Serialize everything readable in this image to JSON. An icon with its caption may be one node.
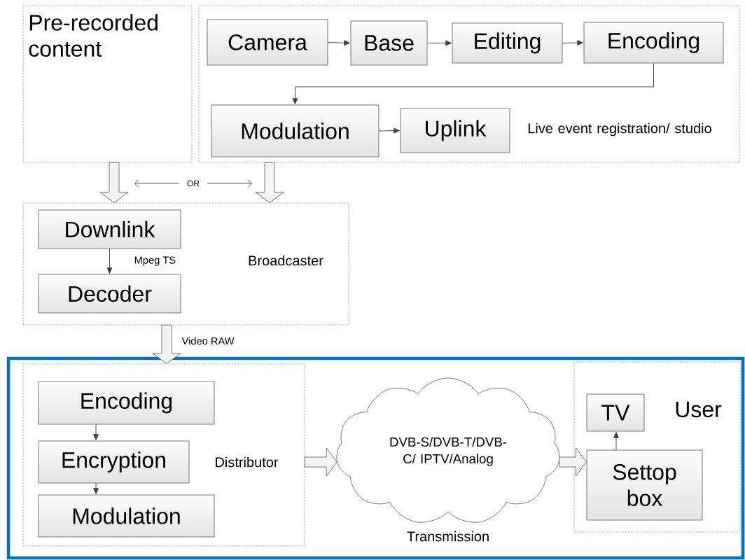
{
  "diagram": {
    "nodes": [
      {
        "text": [
          "Pre-recorded content"
        ]
      },
      {
        "text": [
          "Live event registration/ studio"
        ]
      },
      {
        "text": [
          "Camera"
        ],
        "in": 1
      },
      {
        "text": [
          "Base"
        ],
        "in": 1
      },
      {
        "text": [
          "Editing"
        ],
        "in": 1
      },
      {
        "text": [
          "Encoding"
        ],
        "in": 1
      },
      {
        "text": [
          "Modulation"
        ],
        "in": 1
      },
      {
        "text": [
          "Uplink"
        ],
        "in": 1
      },
      {
        "text": [
          "Broadcaster"
        ]
      },
      {
        "text": [
          "Downlink"
        ],
        "in": 8
      },
      {
        "text": [
          "Decoder"
        ],
        "in": 8
      },
      {
        "text": [],
        "shape": "box"
      },
      {
        "text": [
          "Distributor"
        ],
        "in": 11
      },
      {
        "text": [
          "Encoding"
        ],
        "in": 12
      },
      {
        "text": [
          "Encryption"
        ],
        "in": 12
      },
      {
        "text": [
          "Modulation"
        ],
        "in": 12
      },
      {
        "text": [
          "DVB-S/DVB-T/DVB-C/ IPTV/Analog"
        ],
        "beside": [
          "Transmission"
        ],
        "in": 11
      },
      {
        "text": [
          "User"
        ],
        "in": 11
      },
      {
        "text": [
          "TV"
        ],
        "in": 17
      },
      {
        "text": [
          "Settop box"
        ],
        "in": 17
      }
    ],
    "edges": [
      {
        "from": 2,
        "to": 3,
        "arrow": "to"
      },
      {
        "from": 3,
        "to": 4,
        "arrow": "to"
      },
      {
        "from": 4,
        "to": 5,
        "arrow": "to"
      },
      {
        "from": 5,
        "to": 6,
        "arrow": "to"
      },
      {
        "from": 6,
        "to": 7,
        "arrow": "to"
      },
      {
        "from": 0,
        "to": 8,
        "arrow": "to",
        "style": "thick"
      },
      {
        "from": 1,
        "to": 8,
        "arrow": "to",
        "style": "thick"
      },
      {
        "from": 9,
        "to": 10,
        "arrow": "to",
        "label": "Mpeg TS"
      },
      {
        "from": 8,
        "to": 12,
        "arrow": "to",
        "style": "thick",
        "label": "Video RAW"
      },
      {
        "from": 13,
        "to": 14,
        "arrow": "to"
      },
      {
        "from": 14,
        "to": 15,
        "arrow": "to"
      },
      {
        "from": 12,
        "to": 16,
        "arrow": "to",
        "style": "thick"
      },
      {
        "from": 16,
        "to": 19,
        "arrow": "to",
        "style": "thick"
      },
      {
        "from": 19,
        "to": 18,
        "arrow": "to"
      }
    ],
    "labels": [
      "OR"
    ]
  }
}
